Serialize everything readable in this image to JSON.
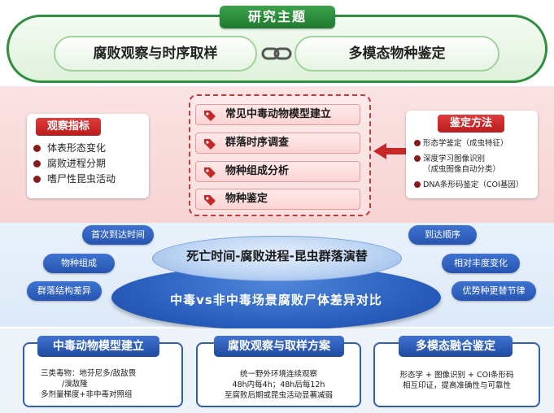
{
  "research_topic": {
    "title": "研究主题",
    "left": "腐败观察与时序取样",
    "right": "多模态物种鉴定",
    "link_icon": "chain-link-icon"
  },
  "observation": {
    "title": "观察指标",
    "items": [
      "体表形态变化",
      "腐败进程分期",
      "嗜尸性昆虫活动"
    ]
  },
  "tasks": {
    "items": [
      "常见中毒动物模型建立",
      "群落时序调查",
      "物种组成分析",
      "物种鉴定"
    ],
    "icon": "tag-icon"
  },
  "identification": {
    "title": "鉴定方法",
    "items": [
      "形态学鉴定（成虫特征）",
      "深度学习图像识别",
      "（成虫图像自动分类）",
      "DNA条形码鉴定（COI基因）"
    ]
  },
  "platform": {
    "top": "死亡时间-腐败进程-昆虫群落演替",
    "base": "中毒vs非中毒场景腐败尸体差异对比",
    "left_bubbles": [
      "首次到达时间",
      "物种组成",
      "群落结构差异"
    ],
    "right_bubbles": [
      "到达顺序",
      "相对丰度变化",
      "优势种更替节律"
    ]
  },
  "bottom": {
    "cards": [
      {
        "title": "中毒动物模型建立",
        "lines": [
          "三类毒物：地芬尼多/敌敌畏",
          "/溴敌隆",
          "多剂量梯度+非中毒对照组"
        ]
      },
      {
        "title": "腐败观察与取样方案",
        "lines": [
          "统一野外环境连续观察",
          "48h内每4h；48h后每12h",
          "至腐败后期或昆虫活动显著减弱"
        ]
      },
      {
        "title": "多模态融合鉴定",
        "lines": [
          "形态学 + 图像识别 + COI条形码",
          "相互印证，提高准确性与可靠性"
        ]
      }
    ]
  },
  "colors": {
    "green": "#2f8f3f",
    "red": "#c23a3a",
    "blue": "#2754b0"
  }
}
